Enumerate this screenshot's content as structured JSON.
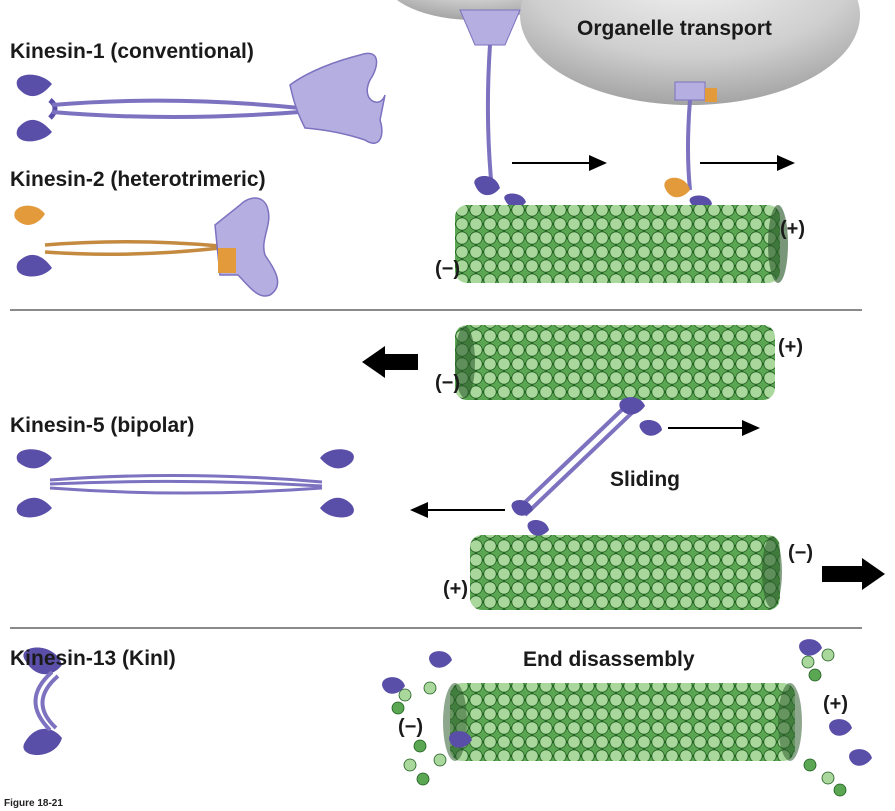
{
  "sections": {
    "kinesin1": {
      "title": "Kinesin-1 (conventional)"
    },
    "kinesin2": {
      "title": "Kinesin-2 (heterotrimeric)"
    },
    "kinesin5": {
      "title": "Kinesin-5 (bipolar)"
    },
    "kinesin13": {
      "title": "Kinesin-13 (KinI)"
    }
  },
  "process_labels": {
    "organelle_transport": "Organelle transport",
    "sliding": "Sliding",
    "end_disassembly": "End disassembly"
  },
  "polarity": {
    "plus": "(+)",
    "minus": "(−)"
  },
  "caption": "Figure 18-21",
  "colors": {
    "motor_purple": "#5a4fa8",
    "motor_light": "#b5aee0",
    "motor_orange": "#e39a3b",
    "tubulin_dark": "#2f7a2f",
    "tubulin_light": "#a9d79c",
    "organelle_gray": "#c8c8c8",
    "divider": "#8a8a8a"
  }
}
